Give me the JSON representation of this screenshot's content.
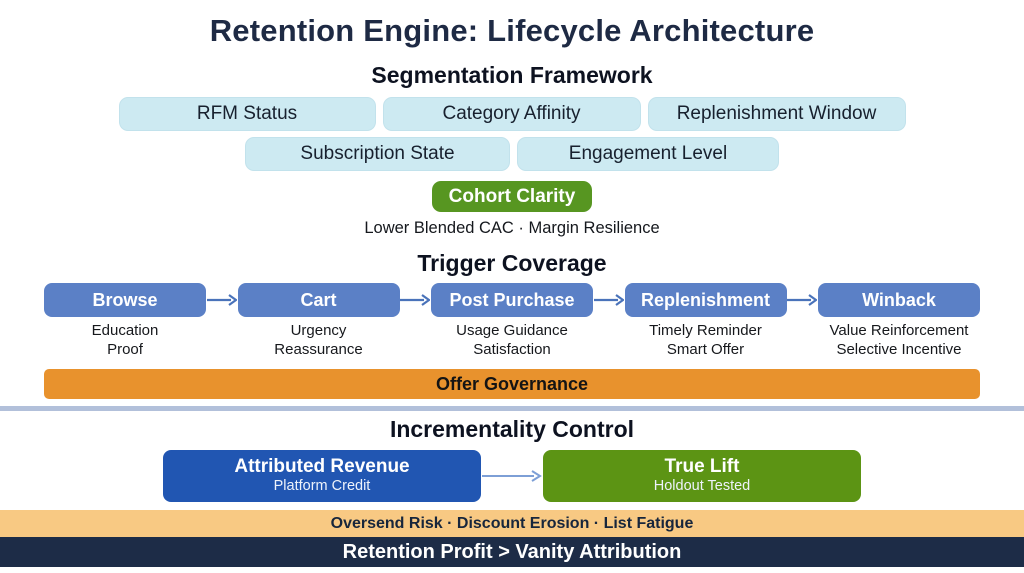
{
  "page": {
    "title": "Retention Engine: Lifecycle Architecture"
  },
  "segmentation": {
    "heading": "Segmentation Framework",
    "pills_row1": [
      "RFM Status",
      "Category Affinity",
      "Replenishment Window"
    ],
    "pills_row2": [
      "Subscription State",
      "Engagement Level"
    ],
    "badge": "Cohort Clarity",
    "caption": "Lower Blended CAC · Margin Resilience"
  },
  "trigger": {
    "heading": "Trigger Coverage",
    "stages": [
      {
        "label": "Browse",
        "notes": [
          "Education",
          "Proof"
        ]
      },
      {
        "label": "Cart",
        "notes": [
          "Urgency",
          "Reassurance"
        ]
      },
      {
        "label": "Post Purchase",
        "notes": [
          "Usage Guidance",
          "Satisfaction"
        ]
      },
      {
        "label": "Replenishment",
        "notes": [
          "Timely Reminder",
          "Smart Offer"
        ]
      },
      {
        "label": "Winback",
        "notes": [
          "Value Reinforcement",
          "Selective Incentive"
        ]
      }
    ],
    "governance_bar": "Offer Governance"
  },
  "incrementality": {
    "heading": "Incrementality Control",
    "left_box": {
      "title": "Attributed Revenue",
      "subtitle": "Platform Credit"
    },
    "right_box": {
      "title": "True Lift",
      "subtitle": "Holdout Tested"
    }
  },
  "footer": {
    "risk_band": "Oversend Risk · Discount Erosion · List Fatigue",
    "principle_band": "Retention Profit > Vanity Attribution"
  },
  "colors": {
    "title_navy": "#1e2a44",
    "pill_cyan": "#cdeaf2",
    "badge_green": "#579621",
    "stage_blue": "#5b80c6",
    "arrow_blue": "#4a73ba",
    "governance_orange": "#e8922d",
    "divider_periwinkle": "#b2c0da",
    "attributed_blue": "#2156b2",
    "lift_green": "#5c9414",
    "risk_tan": "#f8c983",
    "principle_navy": "#1d2c47"
  }
}
